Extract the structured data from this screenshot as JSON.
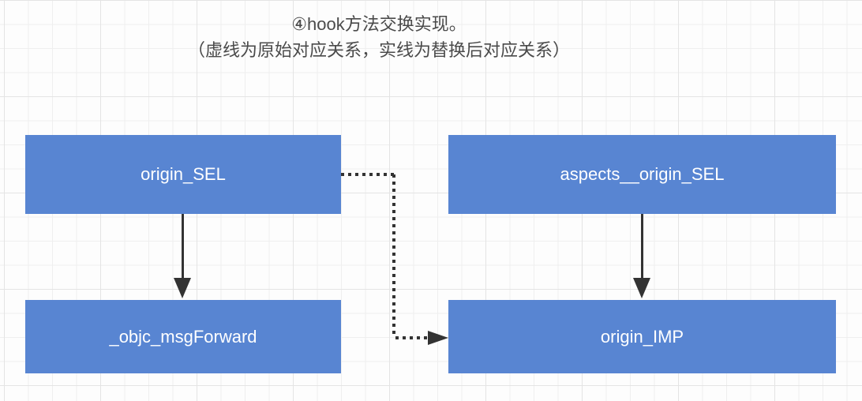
{
  "title": {
    "line1": "④hook方法交换实现。",
    "line2": "（虚线为原始对应关系，实线为替换后对应关系）"
  },
  "nodes": {
    "origin_sel": {
      "label": "origin_SEL"
    },
    "aspects_origin_sel": {
      "label": "aspects__origin_SEL"
    },
    "objc_msgforward": {
      "label": "_objc_msgForward"
    },
    "origin_imp": {
      "label": "origin_IMP"
    }
  },
  "edges": [
    {
      "from": "origin_SEL",
      "to": "_objc_msgForward",
      "style": "solid",
      "direction": "down"
    },
    {
      "from": "aspects__origin_SEL",
      "to": "origin_IMP",
      "style": "solid",
      "direction": "down"
    },
    {
      "from": "origin_SEL",
      "to": "origin_IMP",
      "style": "dotted",
      "direction": "right-down-right"
    }
  ],
  "legend_meaning": {
    "dotted": "原始对应关系",
    "solid": "替换后对应关系"
  },
  "colors": {
    "node_fill": "#5885d2",
    "node_text": "#ffffff",
    "edge_line": "#333333",
    "title_text": "#4a4a4a",
    "grid_minor": "#efefef",
    "grid_major": "#e4e4e4",
    "background": "#fdfdfd"
  }
}
